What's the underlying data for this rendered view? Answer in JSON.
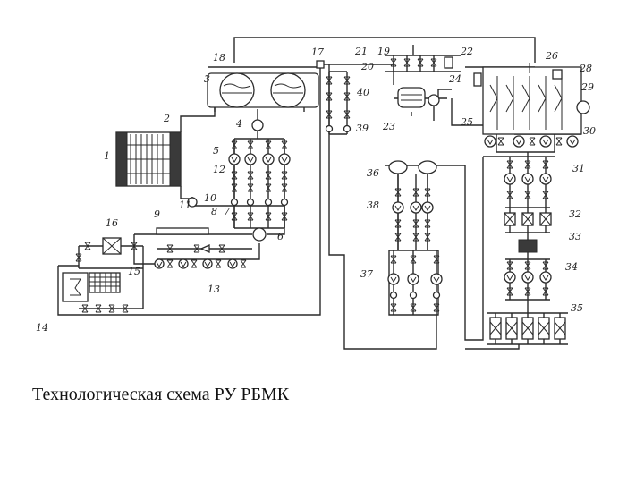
{
  "caption": "Технологическая схема РУ РБМК",
  "labels": {
    "l1": "1",
    "l2": "2",
    "l3": "3",
    "l4": "4",
    "l5": "5",
    "l6": "6",
    "l7": "7",
    "l8": "8",
    "l9": "9",
    "l10": "10",
    "l11": "11",
    "l12": "12",
    "l13": "13",
    "l14": "14",
    "l15": "15",
    "l16": "16",
    "l17": "17",
    "l18": "18",
    "l19": "19",
    "l20": "20",
    "l21": "21",
    "l22": "22",
    "l23": "23",
    "l24": "24",
    "l25": "25",
    "l26": "26",
    "l28": "28",
    "l29": "29",
    "l30": "30",
    "l31": "31",
    "l32": "32",
    "l33": "33",
    "l34": "34",
    "l35": "35",
    "l36": "36",
    "l37": "37",
    "l38": "38",
    "l39": "39",
    "l40": "40"
  }
}
